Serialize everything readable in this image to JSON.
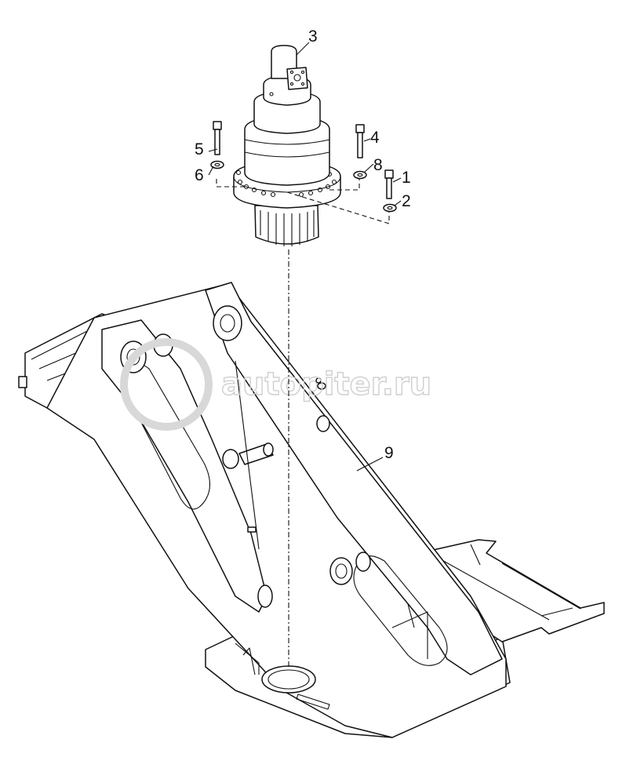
{
  "watermark": {
    "text": "autopiter.ru"
  },
  "callouts": [
    {
      "id": "1",
      "label": "1"
    },
    {
      "id": "2",
      "label": "2"
    },
    {
      "id": "3",
      "label": "3"
    },
    {
      "id": "4",
      "label": "4"
    },
    {
      "id": "5",
      "label": "5"
    },
    {
      "id": "6",
      "label": "6"
    },
    {
      "id": "8",
      "label": "8"
    },
    {
      "id": "9",
      "label": "9"
    }
  ]
}
